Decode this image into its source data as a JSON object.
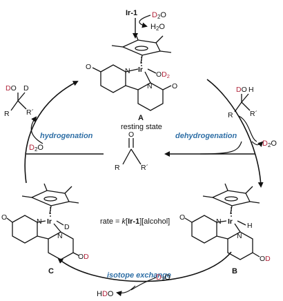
{
  "catalyst": {
    "name": "Ir-1",
    "reagent": "D2O",
    "byproduct": "H2O"
  },
  "species": {
    "A": {
      "letter": "A",
      "caption": "resting state",
      "metal": "Ir",
      "ligand_n": "N",
      "ligand_o": "O",
      "od2": "OD2"
    },
    "B": {
      "letter": "B",
      "metal": "Ir",
      "hydride": "H",
      "n": "N",
      "od": "OD"
    },
    "C": {
      "letter": "C",
      "metal": "Ir",
      "deuteride": "D",
      "n": "N",
      "od": "OD"
    }
  },
  "steps": {
    "hydrogenation": "hydrogenation",
    "dehydrogenation": "dehydrogenation",
    "isotope_exchange": "isotope exchange"
  },
  "substrates": {
    "alcohol": {
      "o": "O",
      "h": "H",
      "r": "R",
      "r2": "R´"
    },
    "ketone": {
      "o": "O",
      "r": "R",
      "r2": "R´"
    },
    "deuterated_alcohol": {
      "d1": "D",
      "o": "O",
      "d2": "D",
      "r": "R",
      "r2": "R´"
    }
  },
  "side_species": {
    "d2o_left": "D2O",
    "d2o_right": "D2O",
    "d2o_bottom": "D2O",
    "hdo_bottom": "HDO"
  },
  "rate_law": "rate = k[Ir-1][alcohol]",
  "colors": {
    "deuterium": "#b0243a",
    "step_label": "#2f6fa6",
    "ink": "#111111"
  }
}
